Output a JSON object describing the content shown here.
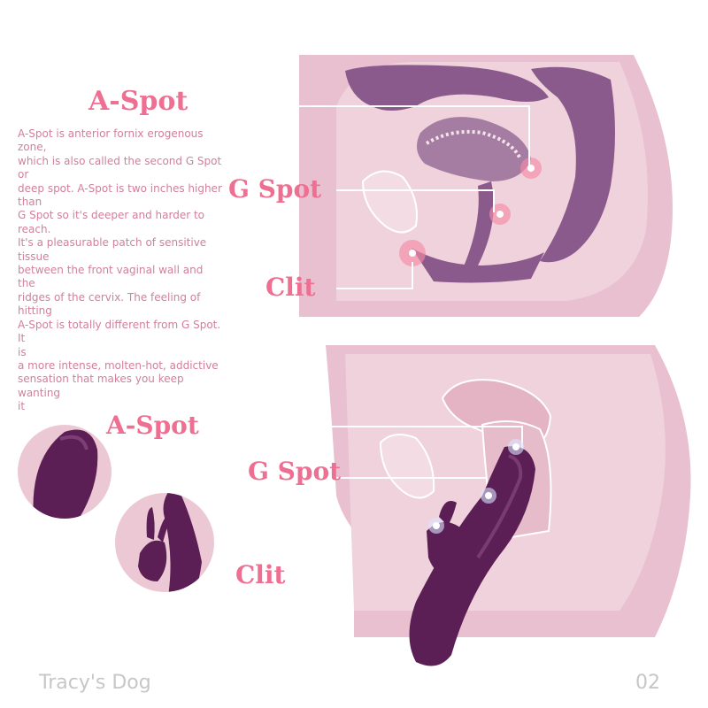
{
  "top_labels": {
    "a_spot": "A-Spot",
    "g_spot": "G Spot",
    "clit": "Clit"
  },
  "description": [
    "A-Spot is anterior fornix erogenous",
    "zone,",
    "which is also called the second G Spot",
    "or",
    "deep spot. A-Spot is two inches higher",
    "than",
    "G Spot so it's deeper and harder to",
    "reach.",
    "It's a pleasurable patch of sensitive",
    "tissue",
    "between the front vaginal wall and the",
    "ridges of the cervix. The feeling of",
    "hitting",
    "A-Spot is totally different from G Spot. It",
    "is",
    "a more intense, molten-hot, addictive",
    "sensation that makes you keep wanting",
    "it"
  ],
  "bottom_labels": {
    "a_spot": "A-Spot",
    "g_spot": "G Spot",
    "clit": "Clit"
  },
  "footer": {
    "brand": "Tracy's Dog",
    "page": "02"
  },
  "colors": {
    "title_pink": "#ee6f92",
    "text_pink": "#d2809a",
    "panel_pink": "#e9c0cf",
    "tissue_pink": "#f3d6df",
    "organ_purple": "#8a5a8c",
    "toy_purple": "#5c1f55",
    "footer_gray": "#c7c7c7"
  }
}
